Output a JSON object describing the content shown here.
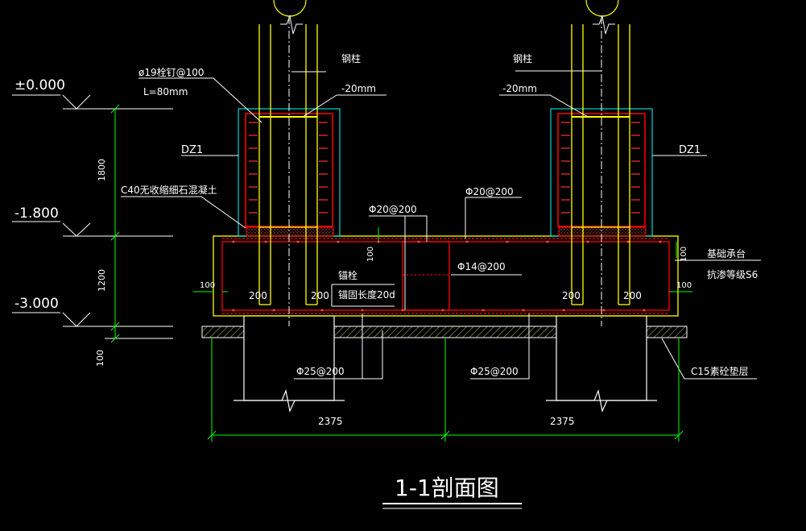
{
  "colors": {
    "background": "#000000",
    "white": "#ffffff",
    "green": "#00ff00",
    "yellow": "#ffff00",
    "red": "#ff0000",
    "cyan": "#00ffff",
    "hatch": "#8c8c4a"
  },
  "levels": {
    "l0": "±0.000",
    "l1": "-1.800",
    "l2": "-3.000"
  },
  "dimensions": {
    "d1800": "1800",
    "d1200": "1200",
    "d100_bottom": "100",
    "d100_left": "100",
    "d100_right": "100",
    "d100_mid": "100",
    "d100_slab": "100",
    "span_left": "2375",
    "span_right": "2375",
    "col_left_a": "200",
    "col_left_b": "200",
    "col_right_a": "200",
    "col_right_b": "200"
  },
  "labels": {
    "stud": "ø19栓钉@100",
    "stud_len": "L=80mm",
    "steel_col_left": "钢柱",
    "steel_col_right": "钢柱",
    "plate_left": "-20mm",
    "plate_right": "-20mm",
    "dz1_left": "DZ1",
    "dz1_right": "DZ1",
    "grout": "C40无收缩细石混凝土",
    "rebar_top_left": "Φ20@200",
    "rebar_top_right": "Φ20@200",
    "rebar_mid": "Φ14@200",
    "anchor": "锚栓",
    "anchor_len": "锚固长度20d",
    "cap": "基础承台",
    "cap_grade": "抗渗等级S6",
    "rebar_bot_left": "Φ25@200",
    "rebar_bot_right": "Φ25@200",
    "cushion": "C15素砼垫层"
  },
  "title": "1-1剖面图"
}
